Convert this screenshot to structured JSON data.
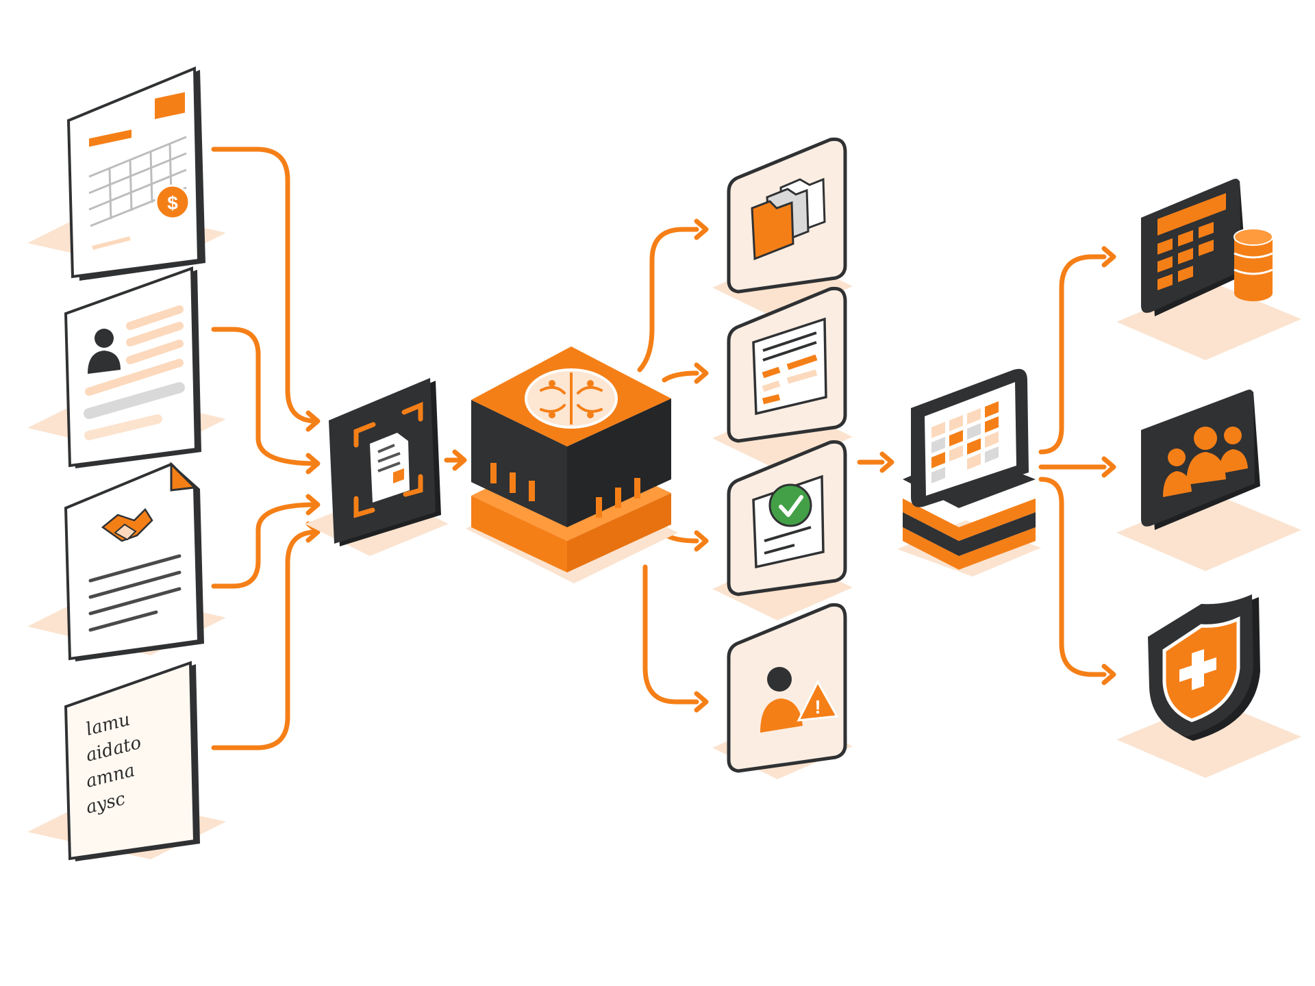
{
  "diagram": {
    "colors": {
      "accent": "#F57F17",
      "accent_light": "#FDE6D2",
      "shadow": "#FBE3CF",
      "dark": "#2F3133",
      "card_bg": "#FBEDE2",
      "paper": "#FFFFFF",
      "success": "#43A047"
    },
    "inputs": [
      {
        "name": "invoice-document",
        "icon": "dollar-coin-icon",
        "glyph": "$"
      },
      {
        "name": "id-profile-document",
        "icon": "person-icon"
      },
      {
        "name": "contract-document",
        "icon": "handshake-icon"
      },
      {
        "name": "handwritten-note-document",
        "icon": "handwriting-icon",
        "lines": [
          "lamu",
          "aidato",
          "amna",
          "aysc"
        ]
      }
    ],
    "scanner": {
      "icon": "document-scan-icon"
    },
    "processor": {
      "icon": "brain-circuit-icon"
    },
    "classifications": [
      {
        "name": "folders-category",
        "icon": "folders-icon"
      },
      {
        "name": "form-data-category",
        "icon": "form-fields-icon"
      },
      {
        "name": "verified-category",
        "icon": "check-badge-icon"
      },
      {
        "name": "risk-alert-category",
        "icon": "person-warning-icon",
        "glyph": "!"
      }
    ],
    "dashboard": {
      "icon": "dashboard-screen-icon"
    },
    "outputs": [
      {
        "name": "accounting-output",
        "icon": "calculator-coins-icon"
      },
      {
        "name": "team-output",
        "icon": "group-people-icon"
      },
      {
        "name": "insurance-output",
        "icon": "shield-plus-icon"
      }
    ]
  }
}
